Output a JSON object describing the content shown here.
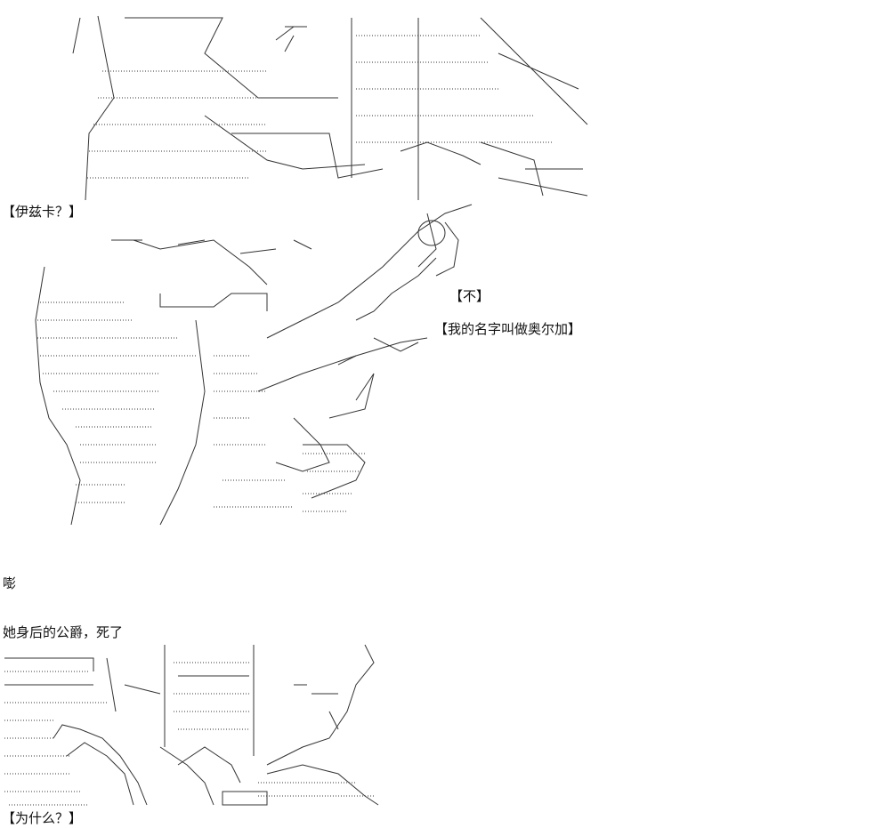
{
  "panel_1": {
    "caption": "【伊兹卡？】"
  },
  "panel_2": {
    "speech_no": "【不】",
    "speech_name": "【我的名字叫做奥尔加】",
    "sound_effect": "嘭"
  },
  "panel_3": {
    "narration": "她身后的公爵，死了",
    "caption_why": "【为什么？】"
  }
}
